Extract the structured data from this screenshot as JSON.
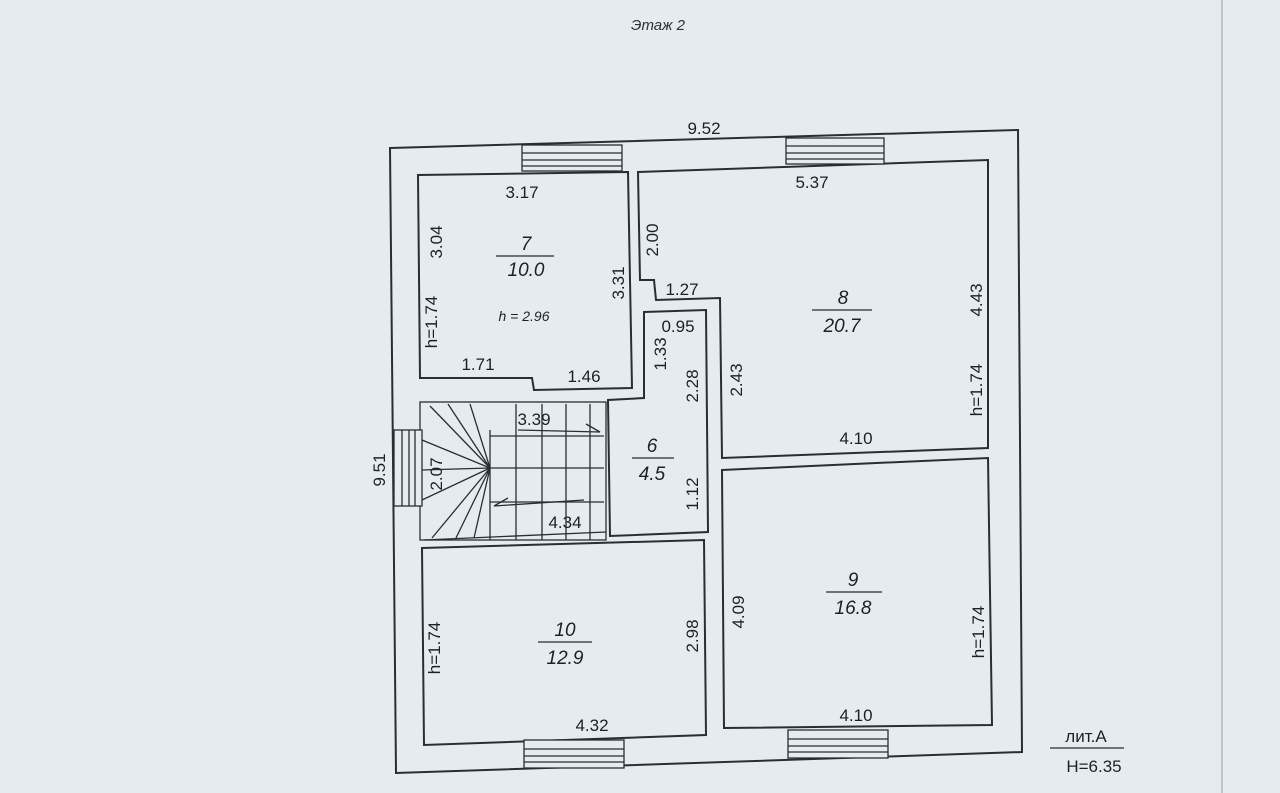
{
  "floor_title": "Этаж 2",
  "outer_dims": {
    "width": "9.52",
    "height": "9.51"
  },
  "rooms": [
    {
      "number": "7",
      "area": "10.0",
      "height_note": "h = 2.96",
      "dims": [
        "3.17",
        "3.04",
        "3.31",
        "1.71",
        "1.46"
      ],
      "side_height": "h=1.74"
    },
    {
      "number": "8",
      "area": "20.7",
      "dims": [
        "5.37",
        "2.00",
        "1.27",
        "4.43",
        "2.43",
        "4.10"
      ],
      "side_height": "h=1.74"
    },
    {
      "number": "6",
      "area": "4.5",
      "dims": [
        "0.95",
        "1.33",
        "2.28",
        "1.12"
      ]
    },
    {
      "number": "9",
      "area": "16.8",
      "dims": [
        "4.09",
        "4.10"
      ],
      "side_height": "h=1.74"
    },
    {
      "number": "10",
      "area": "12.9",
      "dims": [
        "2.98",
        "4.32"
      ],
      "side_height": "h=1.74"
    }
  ],
  "stair_dims": [
    "3.39",
    "2.07",
    "4.34"
  ],
  "stamp": {
    "letter": "лит.А",
    "height": "H=6.35"
  }
}
